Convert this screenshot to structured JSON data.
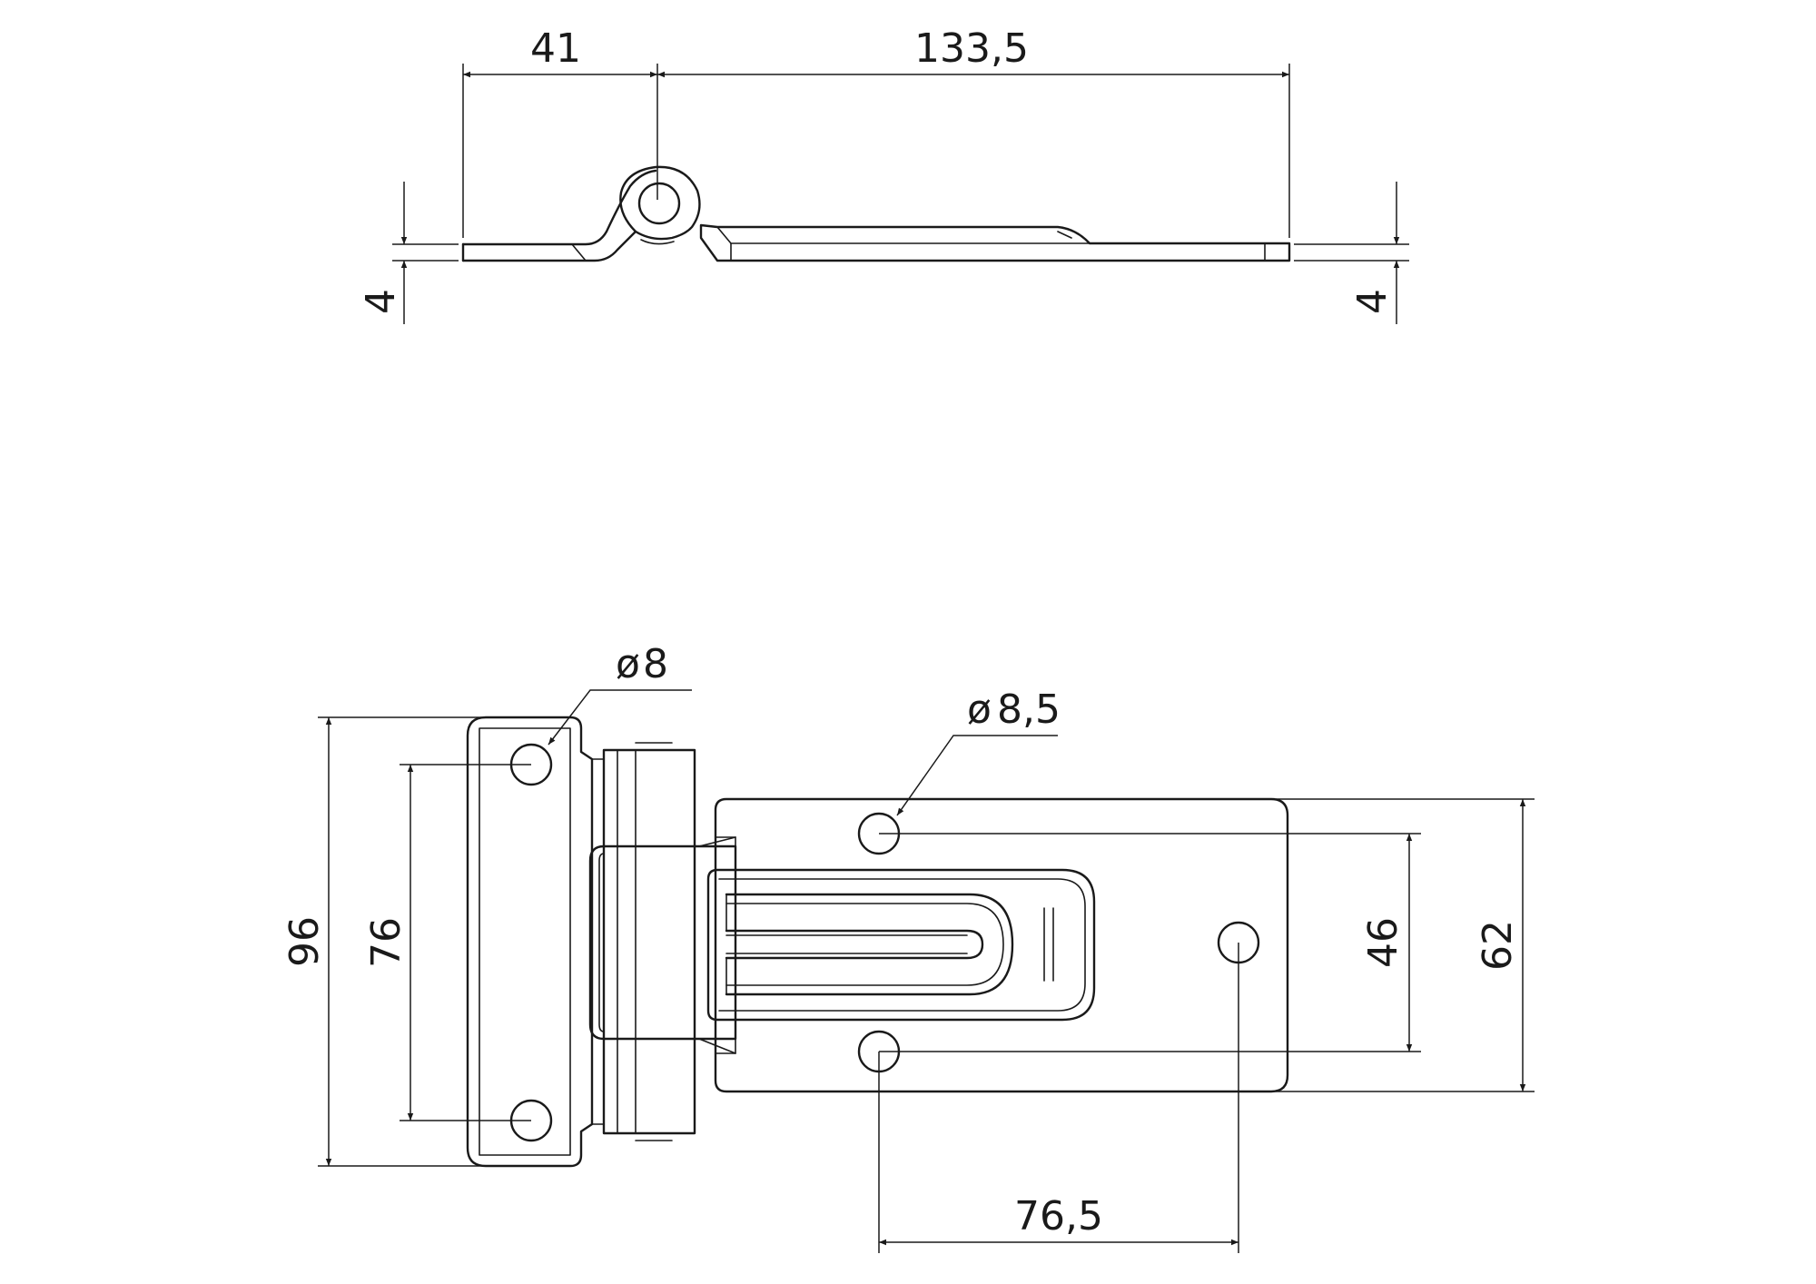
{
  "side_view": {
    "dim_left_length": "41",
    "dim_right_length": "133,5",
    "dim_left_thickness": "4",
    "dim_right_thickness": "4"
  },
  "front_view": {
    "dim_hole_left": "8",
    "dim_hole_right": "8,5",
    "dim_total_height": "96",
    "dim_left_hole_spacing": "76",
    "dim_right_hole_spacing": "46",
    "dim_plate_height": "62",
    "dim_horizontal_spacing": "76,5",
    "diameter_symbol": "ø"
  }
}
